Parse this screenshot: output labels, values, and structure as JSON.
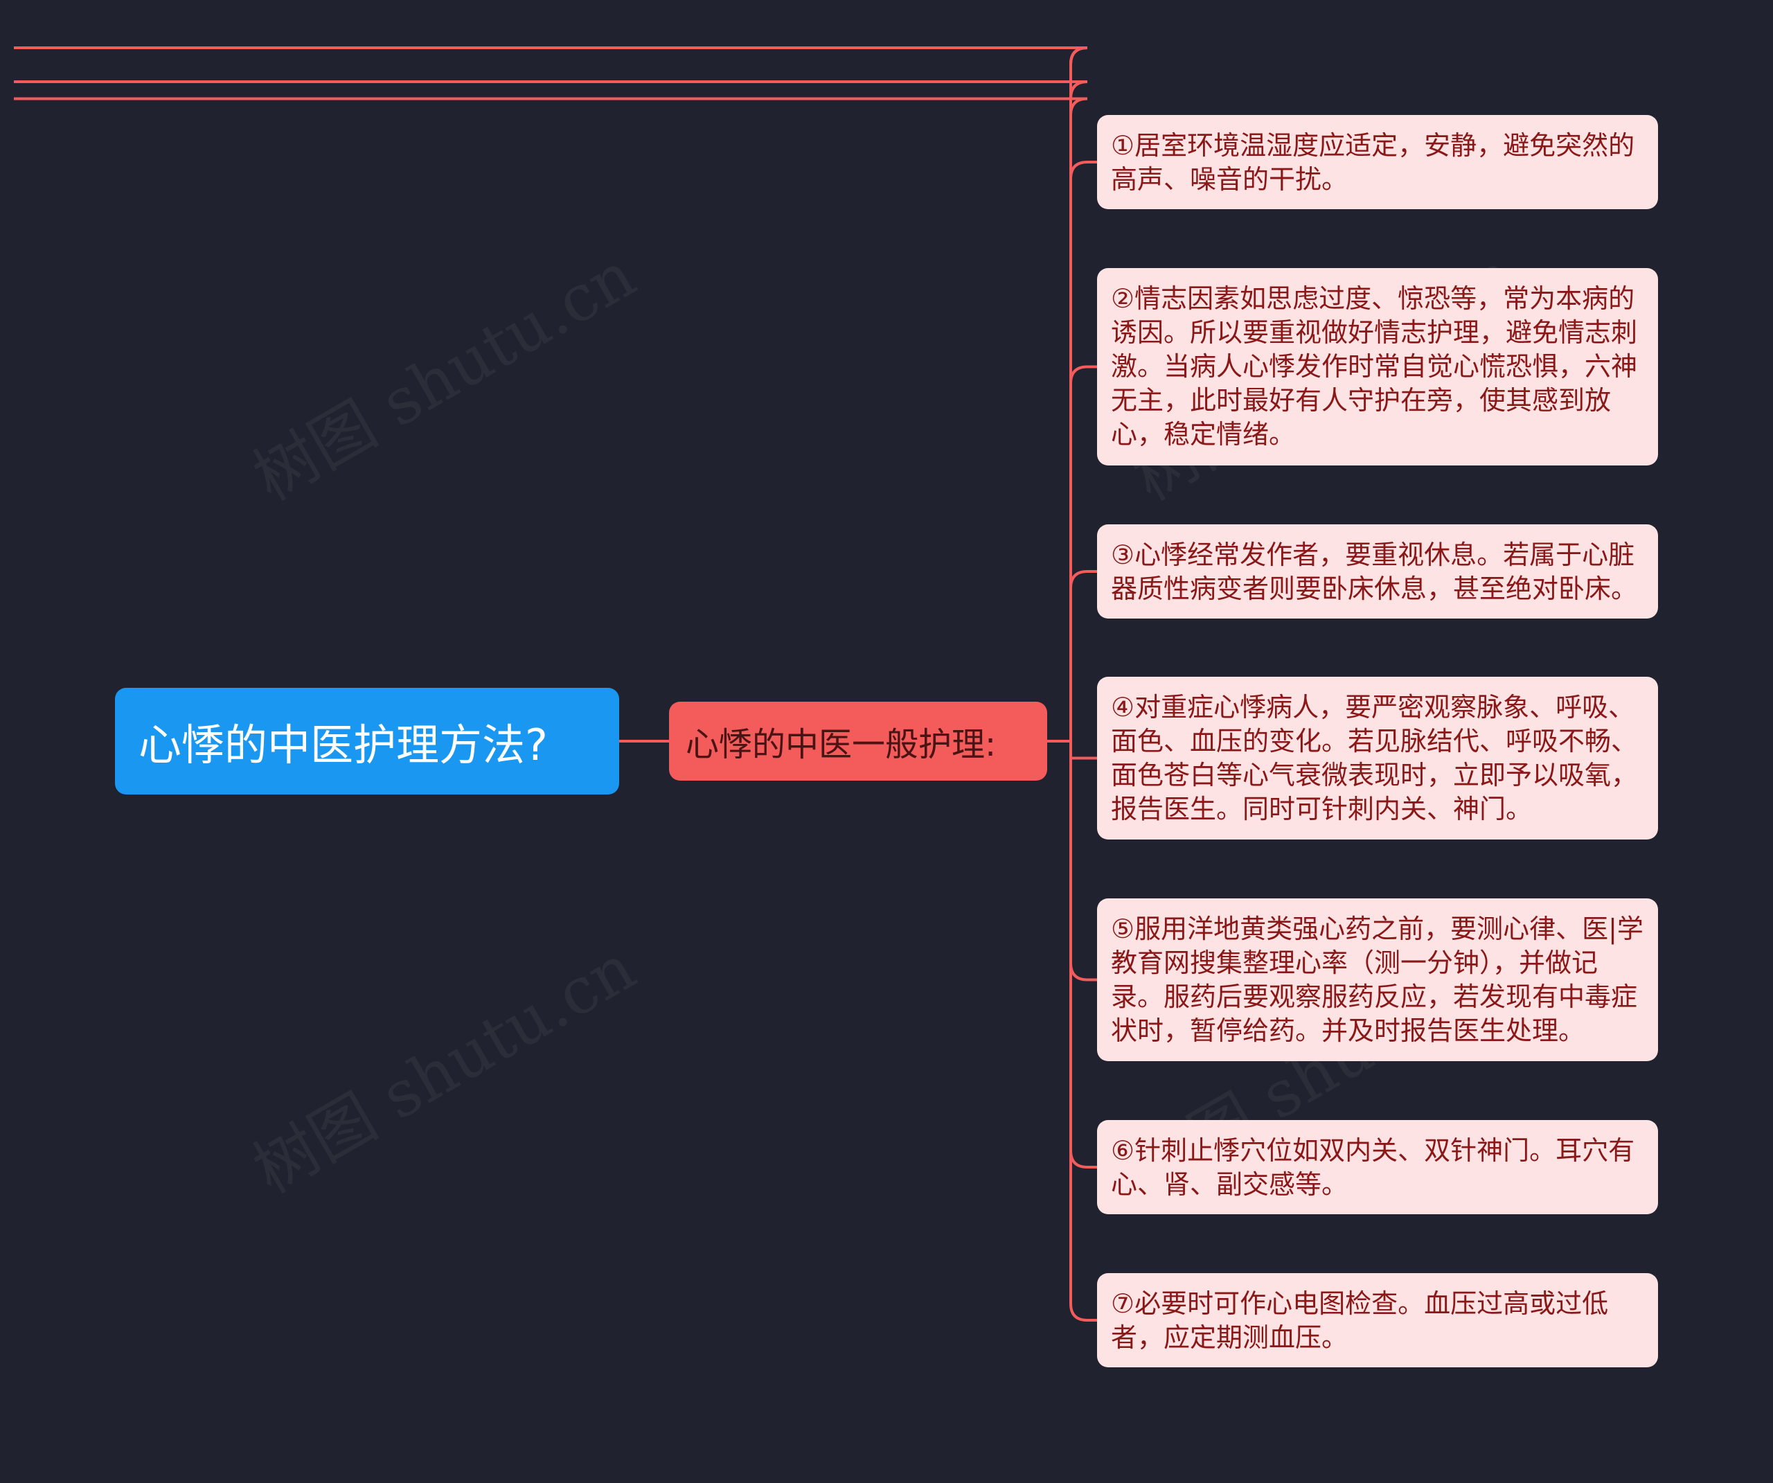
{
  "root": {
    "label": "心悸的中医护理方法?"
  },
  "branch": {
    "label": "心悸的中医一般护理:"
  },
  "leaves": [
    {
      "text": "①居室环境温湿度应适定，安静，避免突然的高声、噪音的干扰。"
    },
    {
      "text": "②情志因素如思虑过度、惊恐等，常为本病的诱因。所以要重视做好情志护理，避免情志刺激。当病人心悸发作时常自觉心慌恐惧，六神无主，此时最好有人守护在旁，使其感到放心，稳定情绪。"
    },
    {
      "text": "③心悸经常发作者，要重视休息。若属于心脏器质性病变者则要卧床休息，甚至绝对卧床。"
    },
    {
      "text": "④对重症心悸病人，要严密观察脉象、呼吸、面色、血压的变化。若见脉结代、呼吸不畅、面色苍白等心气衰微表现时，立即予以吸氧，报告医生。同时可针刺内关、神门。"
    },
    {
      "text": "⑤服用洋地黄类强心药之前，要测心律、医|学教育网搜集整理心率（测一分钟），并做记录。服药后要观察服药反应，若发现有中毒症状时，暂停给药。并及时报告医生处理。"
    },
    {
      "text": "⑥针刺止悸穴位如双内关、双针神门。耳穴有心、肾、副交感等。"
    },
    {
      "text": "⑦必要时可作心电图检查。血压过高或过低者，应定期测血压。"
    }
  ],
  "watermark": "树图 shutu.cn",
  "colors": {
    "background": "#20232f",
    "root": "#1a97f0",
    "branch": "#f45b5b",
    "leaf": "#fde3e3",
    "leaf_text": "#8a1818",
    "connector": "#f45b5b"
  }
}
